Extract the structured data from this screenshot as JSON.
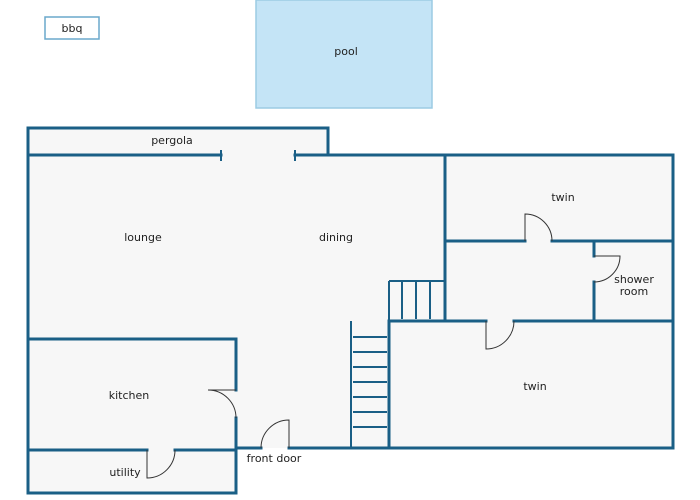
{
  "labels": {
    "bbq": "bbq",
    "pool": "pool",
    "pergola": "pergola",
    "lounge": "lounge",
    "dining": "dining",
    "twin_top": "twin",
    "shower_line1": "shower",
    "shower_line2": "room",
    "twin_bottom": "twin",
    "kitchen": "kitchen",
    "utility": "utility",
    "front_door": "front door"
  },
  "colors": {
    "wall": "#1a5f86",
    "floor": "#f7f7f7",
    "pool_fill": "#c4e4f6",
    "pool_border": "#9ccbe4",
    "bbq_border": "#6aa8cc",
    "door": "#333333",
    "background": "#ffffff"
  }
}
